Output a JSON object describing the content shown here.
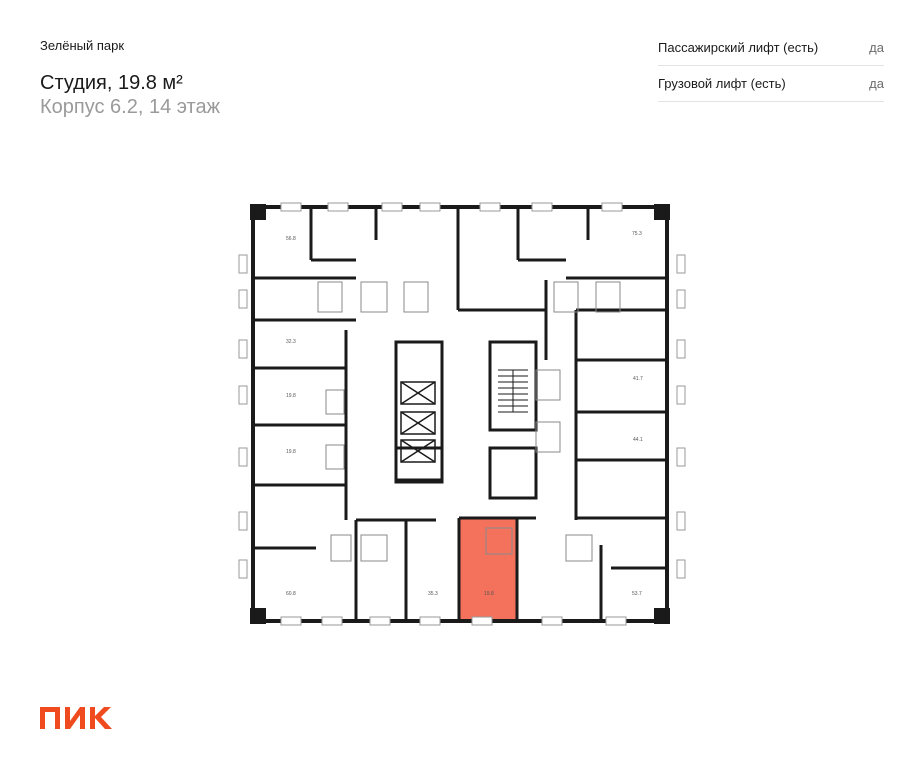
{
  "header": {
    "project": "Зелёный парк",
    "title": "Студия, 19.8 м²",
    "subtitle": "Корпус 6.2, 14 этаж"
  },
  "specs": [
    {
      "label": "Пассажирский лифт (есть)",
      "value": "да"
    },
    {
      "label": "Грузовой лифт (есть)",
      "value": "да"
    }
  ],
  "plan": {
    "highlight_color": "#f4715c",
    "selected_unit": "19.8",
    "units": [
      "56.8",
      "75.3",
      "32.3",
      "41.7",
      "19.8",
      "44.1",
      "19.8",
      "60.8",
      "35.3",
      "19.8",
      "53.7"
    ]
  },
  "brand": {
    "logo_text": "ПИК",
    "color": "#ef4b1f"
  }
}
